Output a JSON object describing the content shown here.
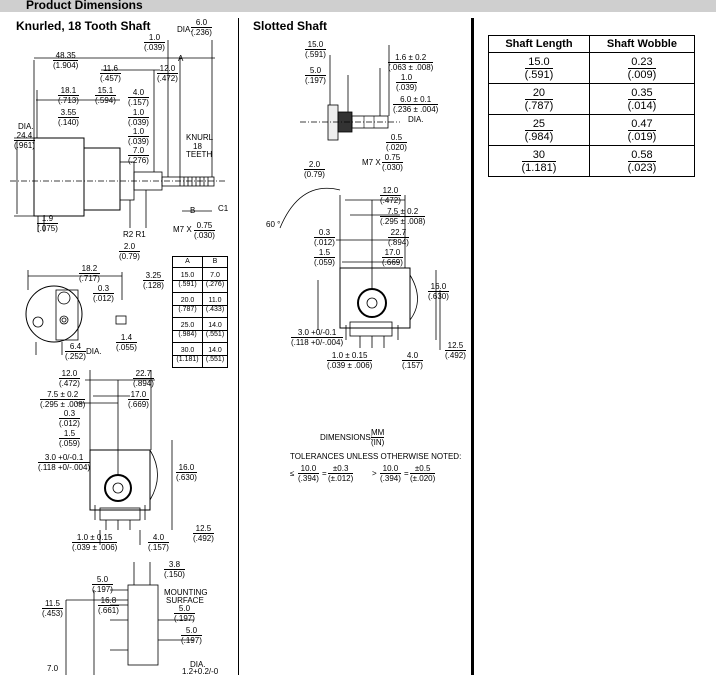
{
  "header": {
    "title": "Product Dimensions"
  },
  "sections": {
    "knurled": "Knurled, 18 Tooth Shaft",
    "slotted": "Slotted Shaft"
  },
  "wobble_table": {
    "headers": [
      "Shaft Length",
      "Shaft Wobble"
    ],
    "rows": [
      {
        "len_mm": "15.0",
        "len_in": "(.591)",
        "wob_mm": "0.23",
        "wob_in": "(.009)"
      },
      {
        "len_mm": "20",
        "len_in": "(.787)",
        "wob_mm": "0.35",
        "wob_in": "(.014)"
      },
      {
        "len_mm": "25",
        "len_in": "(.984)",
        "wob_mm": "0.47",
        "wob_in": "(.019)"
      },
      {
        "len_mm": "30",
        "len_in": "(1.181)",
        "wob_mm": "0.58",
        "wob_in": "(.023)"
      }
    ]
  },
  "ab_table": {
    "headers": [
      "A",
      "B"
    ],
    "rows": [
      {
        "a_mm": "15.0",
        "a_in": "(.591)",
        "b_mm": "7.0",
        "b_in": "(.276)"
      },
      {
        "a_mm": "20.0",
        "a_in": "(.787)",
        "b_mm": "11.0",
        "b_in": "(.433)"
      },
      {
        "a_mm": "25.0",
        "a_in": "(.984)",
        "b_mm": "14.0",
        "b_in": "(.551)"
      },
      {
        "a_mm": "30.0",
        "a_in": "(1.181)",
        "b_mm": "14.0",
        "b_in": "(.551)"
      }
    ]
  },
  "dims": {
    "d1": {
      "mm": "6.0",
      "in": "(.236)"
    },
    "d2": {
      "mm": "1.0",
      "in": "(.039)"
    },
    "d3": {
      "mm": "48.35",
      "in": "(1.904)"
    },
    "d4": {
      "mm": "11.6",
      "in": "(.457)"
    },
    "d5": {
      "mm": "12.0",
      "in": "(.472)"
    },
    "d6": {
      "mm": "18.1",
      "in": "(.713)"
    },
    "d7": {
      "mm": "15.1",
      "in": "(.594)"
    },
    "d8": {
      "mm": "4.0",
      "in": "(.157)"
    },
    "d9": {
      "mm": "3.55",
      "in": "(.140)"
    },
    "d10": {
      "mm": "1.0",
      "in": "(.039)"
    },
    "d11": {
      "mm": "1.0",
      "in": "(.039)"
    },
    "d12": {
      "mm": "7.0",
      "in": "(.276)"
    },
    "d13": {
      "mm": "24.4",
      "in": "(.961)"
    },
    "d14": {
      "mm": "1.9",
      "in": "(.075)"
    },
    "d15": {
      "mm": "2.0",
      "in": "(0.79)"
    },
    "d16": {
      "mm": "0.75",
      "in": "(.030)"
    },
    "d17": {
      "mm": "18.2",
      "in": "(.717)"
    },
    "d18": {
      "mm": "3.25",
      "in": "(.128)"
    },
    "d19": {
      "mm": "0.3",
      "in": "(.012)"
    },
    "d20": {
      "mm": "1.4",
      "in": "(.055)"
    },
    "d21": {
      "mm": "6.4",
      "in": "(.252)"
    },
    "d22": {
      "mm": "12.0",
      "in": "(.472)"
    },
    "d23": {
      "mm": "22.7",
      "in": "(.894)"
    },
    "d24": {
      "mm": "7.5 ± 0.2",
      "in": "(.295 ± .008)"
    },
    "d25": {
      "mm": "17.0",
      "in": "(.669)"
    },
    "d26": {
      "mm": "0.3",
      "in": "(.012)"
    },
    "d27": {
      "mm": "1.5",
      "in": "(.059)"
    },
    "d28": {
      "mm": "3.0 +0/-0.1",
      "in": "(.118 +0/-.004)"
    },
    "d29": {
      "mm": "16.0",
      "in": "(.630)"
    },
    "d30": {
      "mm": "12.5",
      "in": "(.492)"
    },
    "d31": {
      "mm": "1.0 ± 0.15",
      "in": "(.039 ± .006)"
    },
    "d32": {
      "mm": "4.0",
      "in": "(.157)"
    },
    "d33": {
      "mm": "3.8",
      "in": "(.150)"
    },
    "d34": {
      "mm": "5.0",
      "in": "(.197)"
    },
    "d35": {
      "mm": "16.8",
      "in": "(.661)"
    },
    "d36": {
      "mm": "11.5",
      "in": "(.453)"
    },
    "d37": {
      "mm": "5.0",
      "in": "(.197)"
    },
    "d38": {
      "mm": "5.0",
      "in": "(.197)"
    },
    "s1": {
      "mm": "15.0",
      "in": "(.591)"
    },
    "s2": {
      "mm": "5.0",
      "in": "(.197)"
    },
    "s3": {
      "mm": "1.6 ± 0.2",
      "in": "(.063 ± .008)"
    },
    "s4": {
      "mm": "1.0",
      "in": "(.039)"
    },
    "s5": {
      "mm": "6.0 ± 0.1",
      "in": "(.236 ± .004)"
    },
    "s6": {
      "mm": "0.5",
      "in": "(.020)"
    },
    "s7": {
      "mm": "2.0",
      "in": "(0.79)"
    },
    "s8": {
      "mm": "0.75",
      "in": "(.030)"
    },
    "s9": {
      "mm": "12.0",
      "in": "(.472)"
    },
    "s10": {
      "mm": "7.5 ± 0.2",
      "in": "(.295 ± .008)"
    },
    "s11": {
      "mm": "0.3",
      "in": "(.012)"
    },
    "s12": {
      "mm": "22.7",
      "in": "(.894)"
    },
    "s13": {
      "mm": "1.5",
      "in": "(.059)"
    },
    "s14": {
      "mm": "17.0",
      "in": "(.669)"
    },
    "s15": {
      "mm": "16.0",
      "in": "(.630)"
    },
    "s16": {
      "mm": "3.0 +0/-0.1",
      "in": "(.118 +0/-.004)"
    },
    "s17": {
      "mm": "1.0 ± 0.15",
      "in": "(.039 ± .006)"
    },
    "s18": {
      "mm": "4.0",
      "in": "(.157)"
    },
    "s19": {
      "mm": "12.5",
      "in": "(.492)"
    }
  },
  "labels": {
    "dia1": "DIA.",
    "a": "A",
    "b": "B",
    "c1": "C1",
    "knurl1": "KNURL",
    "knurl2": "18",
    "knurl3": "TEETH",
    "m7": "M7 X",
    "r2r1": "R2  R1",
    "dia2": "DIA.",
    "dia3": "DIA.",
    "mounting1": "MOUNTING",
    "mounting2": "SURFACE",
    "seven": "7.0",
    "dia_bottom": "DIA.",
    "dia_bottom_val": "1.2+0.2/-0",
    "s_dia": "DIA.",
    "s_m7": "M7 X",
    "angle": "60 °",
    "dims_label": "DIMENSIONS:",
    "dims_mm": "MM",
    "dims_in": "(IN)",
    "tol_title": "TOLERANCES UNLESS OTHERWISE NOTED:",
    "tol_le": "≤",
    "tol_gt": ">",
    "tol_eq1": "=",
    "tol_eq2": "=",
    "tol_10a": "10.0",
    "tol_10a_in": "(.394)",
    "tol_03": "±0.3",
    "tol_03_in": "(±.012)",
    "tol_10b": "10.0",
    "tol_10b_in": "(.394)",
    "tol_05": "±0.5",
    "tol_05_in": "(±.020)"
  }
}
